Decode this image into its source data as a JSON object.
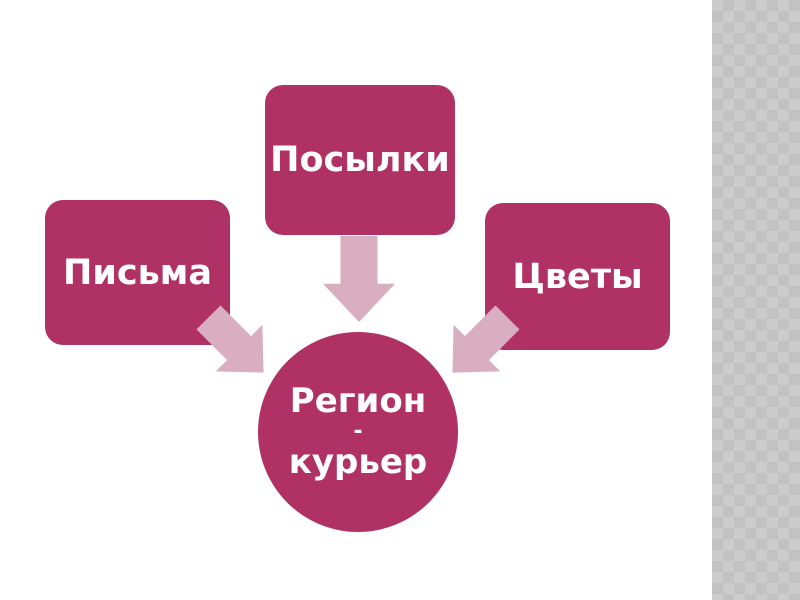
{
  "slide": {
    "nodes": {
      "letters": {
        "label": "Письма"
      },
      "parcels": {
        "label": "Посылки"
      },
      "flowers": {
        "label": "Цветы"
      },
      "center": {
        "line1": "Регион",
        "line2": "-",
        "line3": "курьер"
      }
    },
    "colors": {
      "node_fill": "#b03264",
      "arrow_fill": "#d9aec0",
      "text": "#ffffff",
      "slide_bg": "#ffffff",
      "sidebar_base": "#cccccc",
      "sidebar_diamond": "#c2c2c2"
    }
  }
}
